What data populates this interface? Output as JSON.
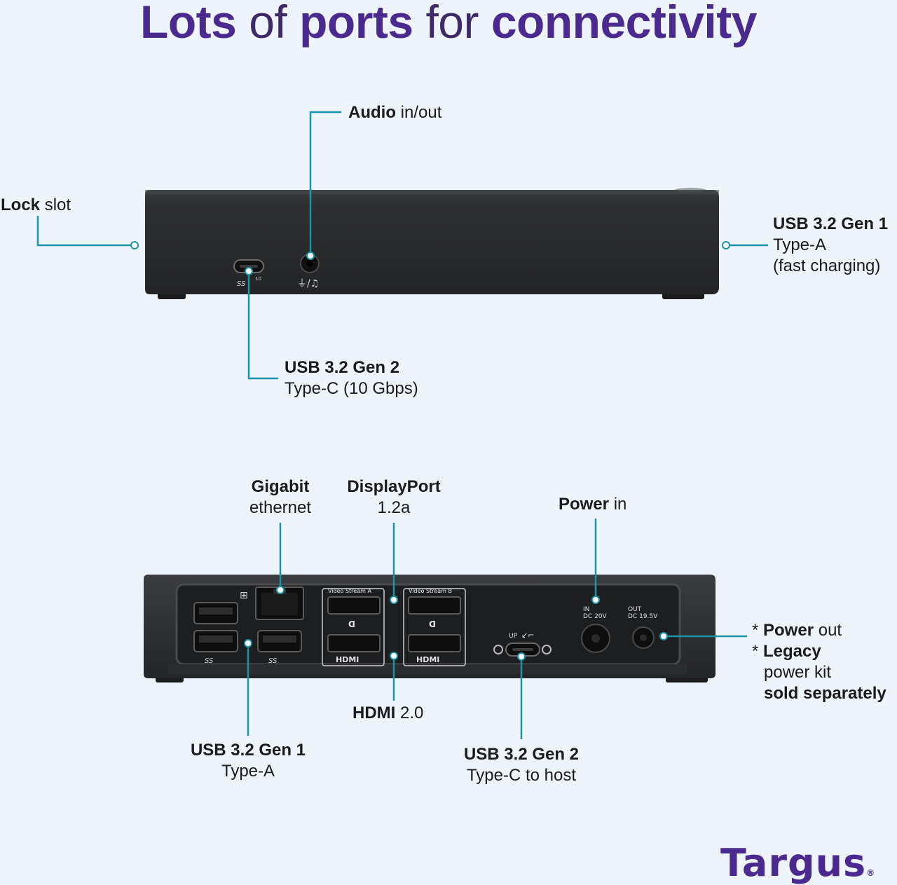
{
  "title": {
    "p1": "Lots",
    "p2": "of",
    "p3": "ports",
    "p4": "for",
    "p5": "connectivity"
  },
  "front": {
    "audio": {
      "bold": "Audio",
      "rest": "in/out"
    },
    "lock": {
      "bold": "Lock",
      "rest": "slot"
    },
    "usb_a_fast": {
      "line1": "USB 3.2 Gen 1",
      "line2": "Type-A",
      "line3": "(fast charging)"
    },
    "usb_c": {
      "line1": "USB 3.2 Gen 2",
      "line2": "Type-C (10 Gbps)"
    }
  },
  "rear": {
    "ethernet": {
      "line1": "Gigabit",
      "line2": "ethernet"
    },
    "displayport": {
      "line1": "DisplayPort",
      "line2": "1.2a"
    },
    "power_in": {
      "bold": "Power",
      "rest": "in"
    },
    "power_out": {
      "star1": "* ",
      "line1b": "Power",
      "line1r": " out",
      "star2": "* ",
      "line2b": "Legacy",
      "line3": "power kit",
      "line4": "sold separately"
    },
    "hdmi": {
      "bold": "HDMI",
      "rest": "2.0"
    },
    "usb_a": {
      "line1": "USB 3.2 Gen 1",
      "line2": "Type-A"
    },
    "usb_c_host": {
      "line1": "USB 3.2 Gen 2",
      "line2": "Type-C to host"
    }
  },
  "device_markings": {
    "ss10": "SS",
    "ten": "10",
    "video_a": "Video Stream A",
    "video_b": "Video Stream B",
    "hdmi": "HDMI",
    "ss": "SS",
    "up": "UP",
    "in": "IN",
    "dc20": "DC 20V",
    "out": "OUT",
    "dc195": "DC 19.5V"
  },
  "brand": "Targus",
  "colors": {
    "title": "#4b2a8f",
    "leader": "#1a95a8",
    "device": "#2a2b2d",
    "background": "#edf4fc"
  }
}
